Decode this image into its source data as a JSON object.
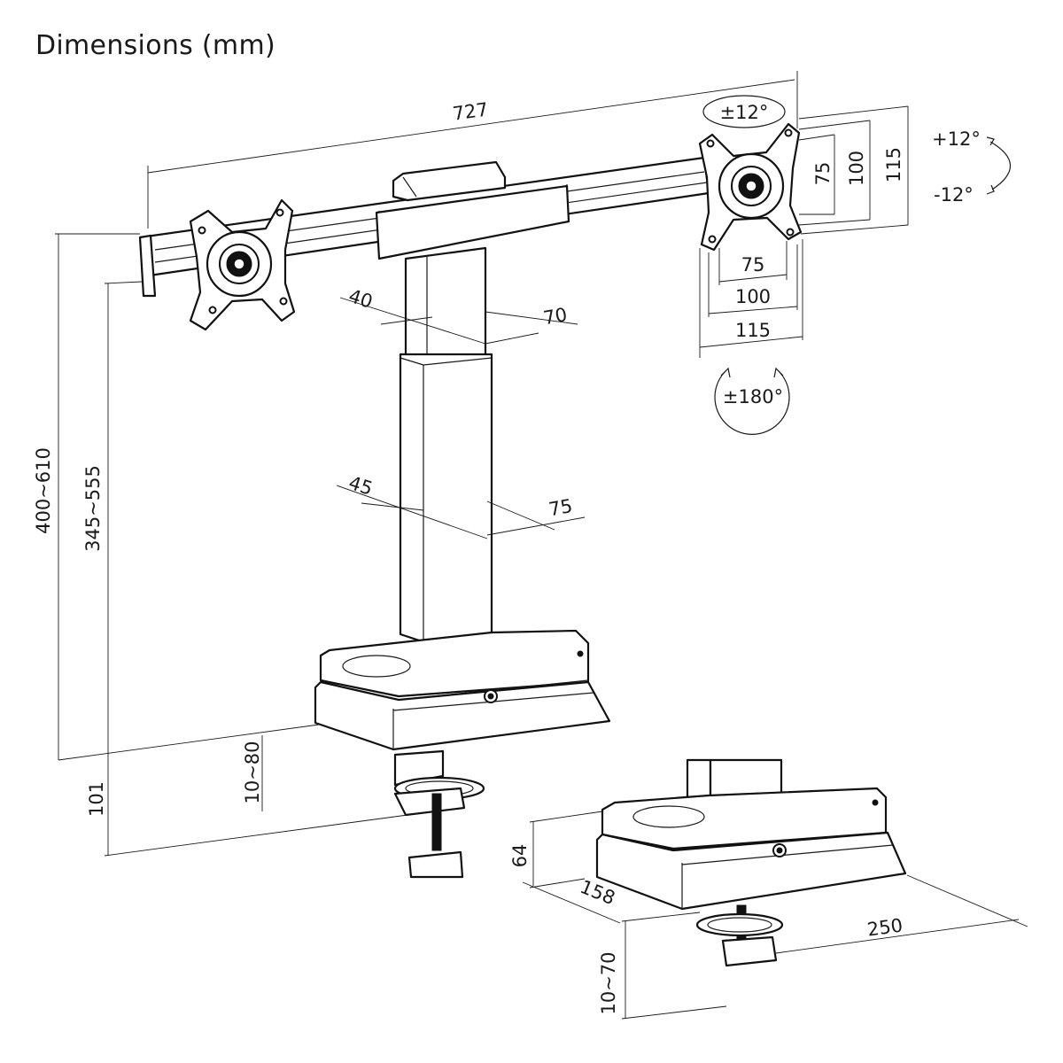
{
  "title": "Dimensions (mm)",
  "dimensions": {
    "rail_width": "727",
    "tilt_rotate": "±12°",
    "tilt_up": "+12°",
    "tilt_down": "-12°",
    "vesa_h_75": "75",
    "vesa_h_100": "100",
    "vesa_h_115": "115",
    "vesa_w_75": "75",
    "vesa_w_100": "100",
    "vesa_w_115": "115",
    "rotation": "±180°",
    "upper_pole_depth": "40",
    "upper_pole_width": "70",
    "lower_pole_depth": "45",
    "lower_pole_width": "75",
    "total_height": "400~610",
    "pole_height": "345~555",
    "clamp_range": "10~80",
    "base_offset": "101",
    "base_height": "64",
    "base_depth": "158",
    "base_width": "250",
    "grommet_range": "10~70"
  },
  "colors": {
    "line": "#1a1a1a",
    "background": "#ffffff"
  }
}
